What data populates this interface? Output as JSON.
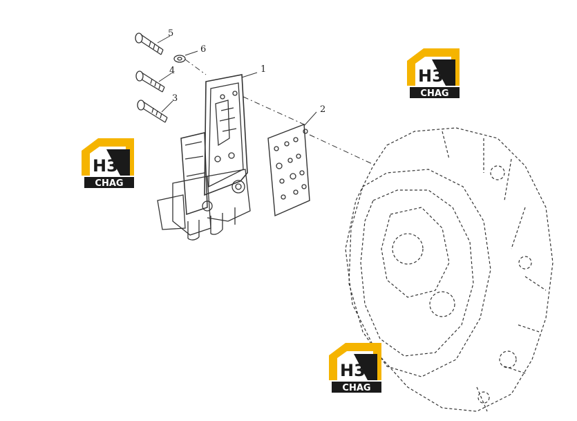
{
  "callouts": [
    {
      "id": "1",
      "label": "1"
    },
    {
      "id": "2",
      "label": "2"
    },
    {
      "id": "3",
      "label": "3"
    },
    {
      "id": "4",
      "label": "4"
    },
    {
      "id": "5",
      "label": "5"
    },
    {
      "id": "6",
      "label": "6"
    }
  ],
  "watermark": {
    "code": "H3",
    "word": "CHAG",
    "colors": {
      "accent": "#f5b400",
      "dark": "#1a1a1a",
      "light": "#ffffff"
    }
  }
}
